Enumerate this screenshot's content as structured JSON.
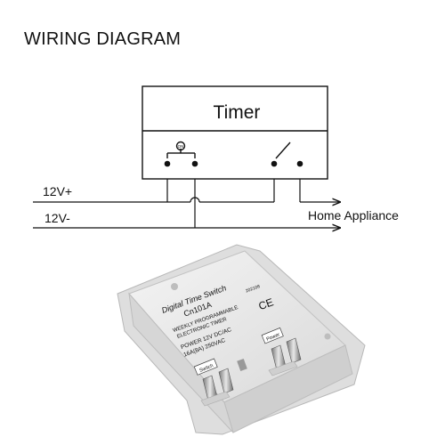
{
  "title": "WIRING DIAGRAM",
  "timer_box": {
    "label": "Timer",
    "switch_symbol_label": "ON"
  },
  "wires": {
    "positive": "12V+",
    "negative": "12V-",
    "output": "Home Appliance"
  },
  "device": {
    "brand_line": "Digital Time Switch",
    "model": "Cn101A",
    "desc_line1": "WEEKLY PROGRAMMABLE",
    "desc_line2": "ELECTRONIC TIMER",
    "power_line": "POWER 12V DC/AC",
    "rating_line": "16A(8A) 250VAC",
    "date_code": "202108",
    "ce_mark": "CE",
    "terminal_switch": "Switch",
    "terminal_power": "Power"
  }
}
